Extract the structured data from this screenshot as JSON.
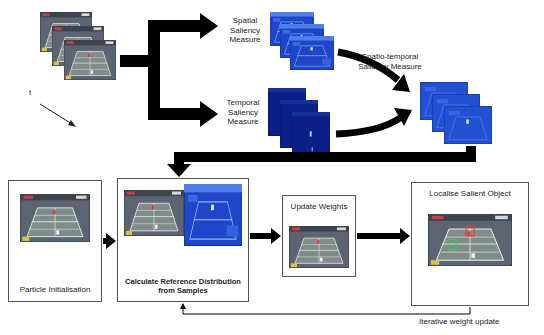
{
  "diagram": {
    "nodes": [
      {
        "text": [
          "Particle Initialisation"
        ]
      },
      {
        "text": [
          "Calculate Reference Distribution from Samples"
        ]
      },
      {
        "text": [
          "Update Weights"
        ]
      },
      {
        "text": [
          "Localise Salient Object"
        ]
      }
    ],
    "edges": [
      {
        "from": 0,
        "to": 1,
        "arrow": "to"
      },
      {
        "from": 1,
        "to": 2,
        "arrow": "to"
      },
      {
        "from": 2,
        "to": 3,
        "arrow": "to"
      },
      {
        "from": 3,
        "to": 1,
        "arrow": "to",
        "label": "Iterative weight update"
      }
    ],
    "labels": [
      "Spatial Saliency Measure",
      "Temporal Saliency Measure",
      "t",
      "Spatio-temporal Saliency Measure"
    ]
  }
}
